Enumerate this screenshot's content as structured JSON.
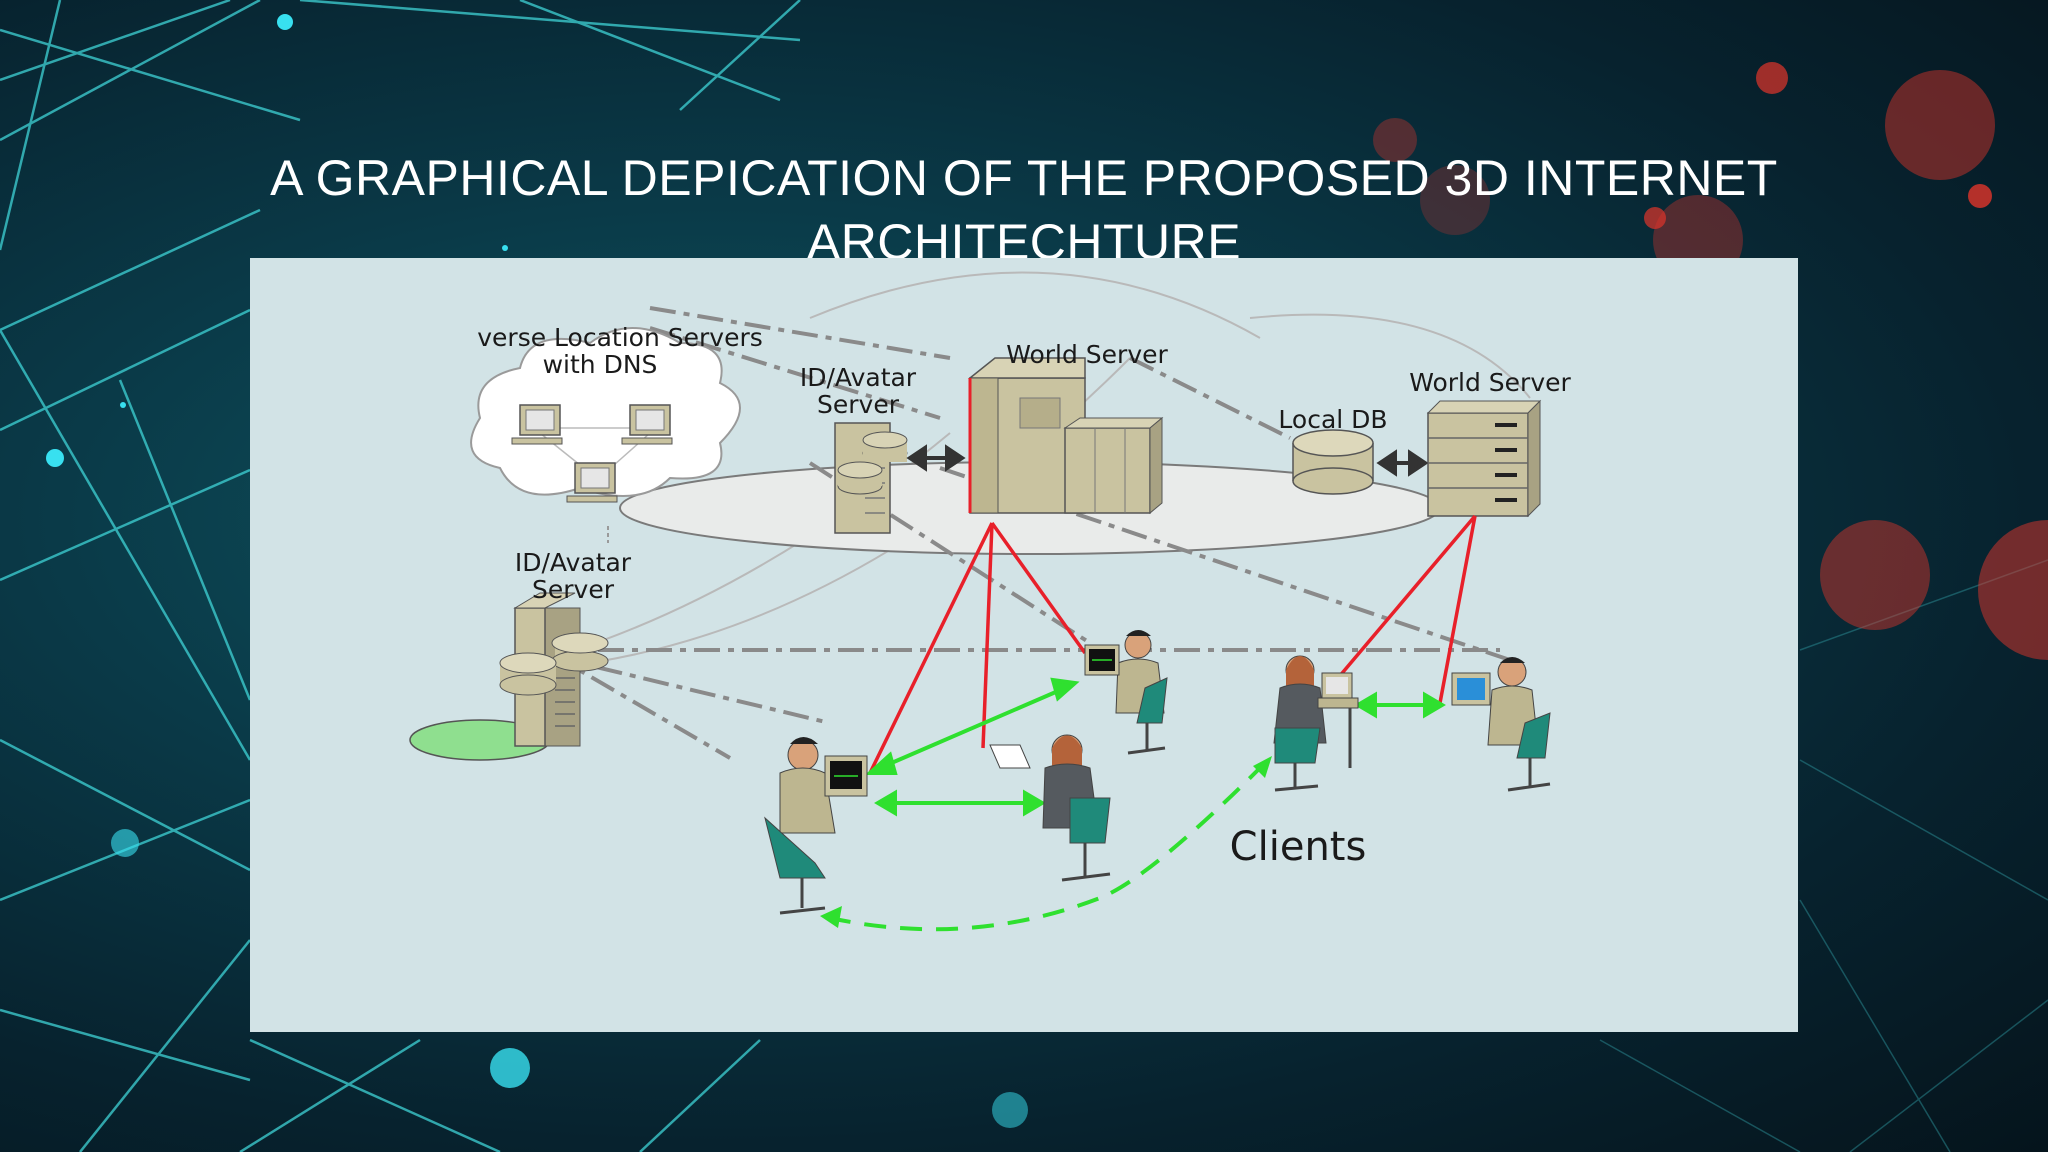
{
  "slide": {
    "title": "A GRAPHICAL DEPICATION OF THE PROPOSED 3D INTERNET ARCHITECHTURE"
  },
  "diagram": {
    "labels": {
      "location_servers": [
        "verse Location Servers",
        "with DNS"
      ],
      "id_avatar_server_top": [
        "ID/Avatar",
        "Server"
      ],
      "world_server_center": "World Server",
      "local_db": "Local DB",
      "world_server_right": "World Server",
      "id_avatar_server_left": [
        "ID/Avatar",
        "Server"
      ],
      "clients": "Clients"
    },
    "colors": {
      "panel_bg": "#d2e3e6",
      "server_beige": "#c9c3a0",
      "red_link": "#e8202a",
      "green_link": "#2fe02f",
      "gray_dashed": "#8a8a8a",
      "platform": "#e9ebea",
      "green_platform": "#8fdf8f"
    }
  }
}
